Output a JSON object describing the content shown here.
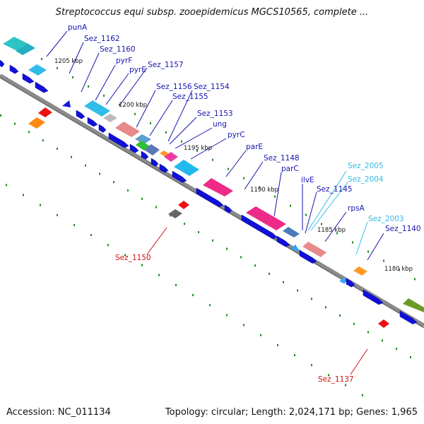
{
  "title": "Streptococcus equi subsp. zooepidemicus MGCS10565, complete ...",
  "footer": {
    "accession": "Accession: NC_011134",
    "topology": "Topology: circular; Length: 2,024,171 bp; Genes: 1,965"
  },
  "colors": {
    "backbone": "#8a8a8a",
    "forward_gene": "#1010d8",
    "label_dark": "#1515b0",
    "label_light": "#33bbe8",
    "label_red": "#cc1111",
    "gc_tick": "#1f8a1f"
  },
  "kbp_marks": [
    "1205 kbp",
    "1200 kbp",
    "1195 kbp",
    "1190 kbp",
    "1185 kbp",
    "1180 kbp"
  ],
  "gene_labels": {
    "punA": "punA",
    "sez_1162": "Sez_1162",
    "sez_1160": "Sez_1160",
    "pyrF": "pyrF",
    "pyrE": "pyrE",
    "sez_1157": "Sez_1157",
    "sez_1156": "Sez_1156",
    "sez_1154": "Sez_1154",
    "sez_1155": "Sez_1155",
    "sez_1153": "Sez_1153",
    "ung": "ung",
    "pyrC": "pyrC",
    "parE": "parE",
    "sez_1148": "Sez_1148",
    "parC": "parC",
    "ilvE": "ilvE",
    "sez_2005": "Sez_2005",
    "sez_2004": "Sez_2004",
    "sez_1145": "Sez_1145",
    "rpsA": "rpsA",
    "sez_2003": "Sez_2003",
    "sez_1140": "Sez_1140",
    "sez_1150": "Sez_1150",
    "sez_1137": "Sez_1137"
  }
}
